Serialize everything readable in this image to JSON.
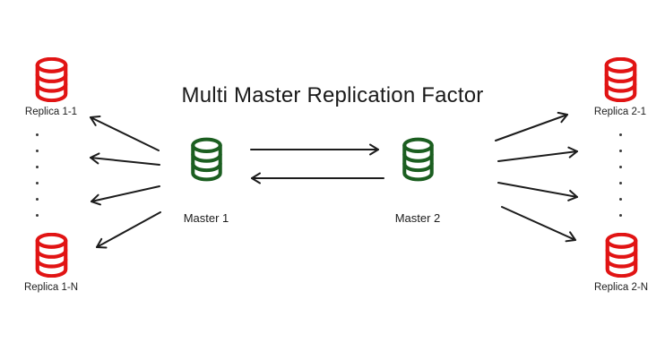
{
  "title": "Multi Master Replication Factor",
  "nodes": {
    "master_1": {
      "label": "Master 1",
      "type": "master"
    },
    "master_2": {
      "label": "Master 2",
      "type": "master"
    },
    "replica_1_1": {
      "label": "Replica 1-1",
      "type": "replica"
    },
    "replica_1_n": {
      "label": "Replica 1-N",
      "type": "replica"
    },
    "replica_2_1": {
      "label": "Replica 2-1",
      "type": "replica"
    },
    "replica_2_n": {
      "label": "Replica 2-N",
      "type": "replica"
    }
  },
  "connections": [
    {
      "from": "master_1",
      "to": "master_2"
    },
    {
      "from": "master_2",
      "to": "master_1"
    },
    {
      "from": "master_1",
      "to": "left_replicas",
      "arrow_count": 4
    },
    {
      "from": "master_2",
      "to": "right_replicas",
      "arrow_count": 4
    }
  ],
  "ellipsis": {
    "left_dots": 6,
    "right_dots": 6
  },
  "icons": {
    "node_icon": "database-icon"
  },
  "colors": {
    "master_icon": "#1B5E20",
    "replica_icon": "#E11414",
    "arrow": "#1C1C1C",
    "text": "#1C1C1C",
    "background": "#FFFFFF"
  }
}
